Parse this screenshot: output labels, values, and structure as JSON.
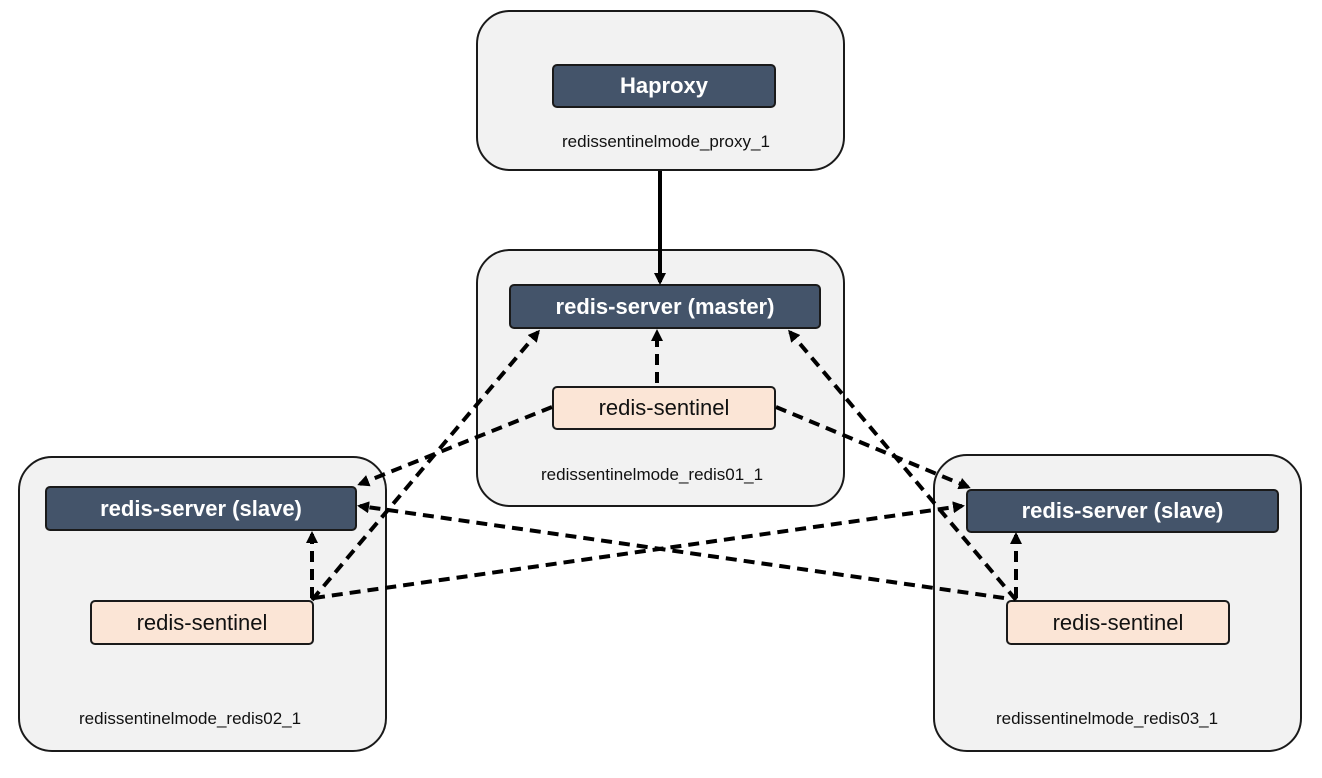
{
  "containers": {
    "proxy": {
      "label": "redissentinelmode_proxy_1"
    },
    "redis01": {
      "label": "redissentinelmode_redis01_1"
    },
    "redis02": {
      "label": "redissentinelmode_redis02_1"
    },
    "redis03": {
      "label": "redissentinelmode_redis03_1"
    }
  },
  "nodes": {
    "haproxy": "Haproxy",
    "master": "redis-server (master)",
    "sentinel01": "redis-sentinel",
    "slave02": "redis-server (slave)",
    "sentinel02": "redis-sentinel",
    "slave03": "redis-server (slave)",
    "sentinel03": "redis-sentinel"
  },
  "colors": {
    "server_fill": "#44546a",
    "sentinel_fill": "#fbe5d6",
    "container_fill": "#f2f2f2",
    "line": "#000000"
  },
  "connections": [
    {
      "from": "haproxy",
      "to": "master",
      "style": "solid"
    },
    {
      "from": "sentinel01",
      "to": "master",
      "style": "dashed"
    },
    {
      "from": "sentinel01",
      "to": "slave02",
      "style": "dashed"
    },
    {
      "from": "sentinel01",
      "to": "slave03",
      "style": "dashed"
    },
    {
      "from": "sentinel02",
      "to": "master",
      "style": "dashed"
    },
    {
      "from": "sentinel02",
      "to": "slave02",
      "style": "dashed"
    },
    {
      "from": "sentinel02",
      "to": "slave03",
      "style": "dashed"
    },
    {
      "from": "sentinel03",
      "to": "master",
      "style": "dashed"
    },
    {
      "from": "sentinel03",
      "to": "slave02",
      "style": "dashed"
    },
    {
      "from": "sentinel03",
      "to": "slave03",
      "style": "dashed"
    }
  ]
}
